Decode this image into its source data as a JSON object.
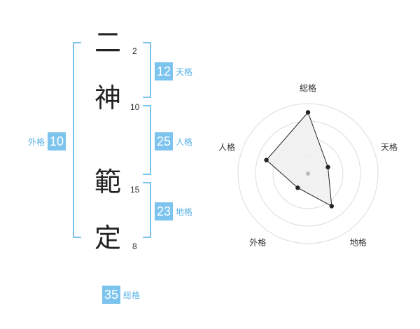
{
  "name": {
    "characters": [
      {
        "char": "二",
        "strokes": "2"
      },
      {
        "char": "神",
        "strokes": "10"
      },
      {
        "char": "範",
        "strokes": "15"
      },
      {
        "char": "定",
        "strokes": "8"
      }
    ]
  },
  "fortunes": {
    "tenkaku": {
      "value": "12",
      "label": "天格"
    },
    "jinkaku": {
      "value": "25",
      "label": "人格"
    },
    "chikaku": {
      "value": "23",
      "label": "地格"
    },
    "gaikaku": {
      "value": "10",
      "label": "外格"
    },
    "soukaku": {
      "value": "35",
      "label": "総格"
    }
  },
  "chart_data": {
    "type": "radar",
    "axes": [
      "総格",
      "天格",
      "地格",
      "外格",
      "人格"
    ],
    "values": [
      35,
      12,
      23,
      10,
      25
    ],
    "rmax": 40,
    "rings": 4,
    "colors": {
      "fill": "#f0f0f0",
      "stroke": "#222222",
      "grid": "#dddddd",
      "center": "#bbbbbb"
    }
  }
}
